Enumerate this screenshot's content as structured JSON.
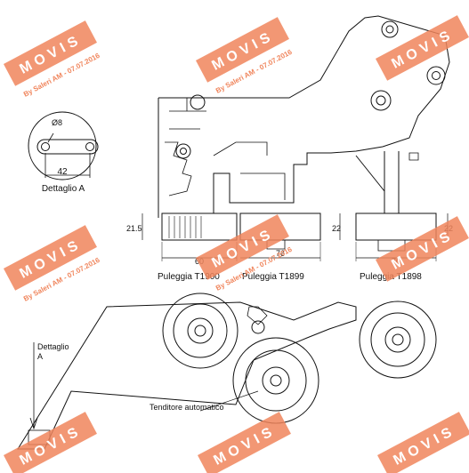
{
  "detail_a": {
    "title": "Dettaglio A",
    "hole_label": "Ø8",
    "spacing_label": "42"
  },
  "side_view": {
    "height_left": "21.5",
    "height_mid": "22",
    "height_right": "22",
    "width_left": "60",
    "width_mid": "76",
    "width_right": "70"
  },
  "pulleys": {
    "left": "Puleggia T1900",
    "mid": "Puleggia T1899",
    "right": "Puleggia T1898"
  },
  "front_view": {
    "detail_callout_line1": "Dettaglio",
    "detail_callout_line2": "A",
    "tensioner_label": "Tenditore automatico"
  },
  "watermark": {
    "brand": "MOVIS",
    "credit": "By Saleri AM - 07.07.2016",
    "color": "#f0855c"
  }
}
